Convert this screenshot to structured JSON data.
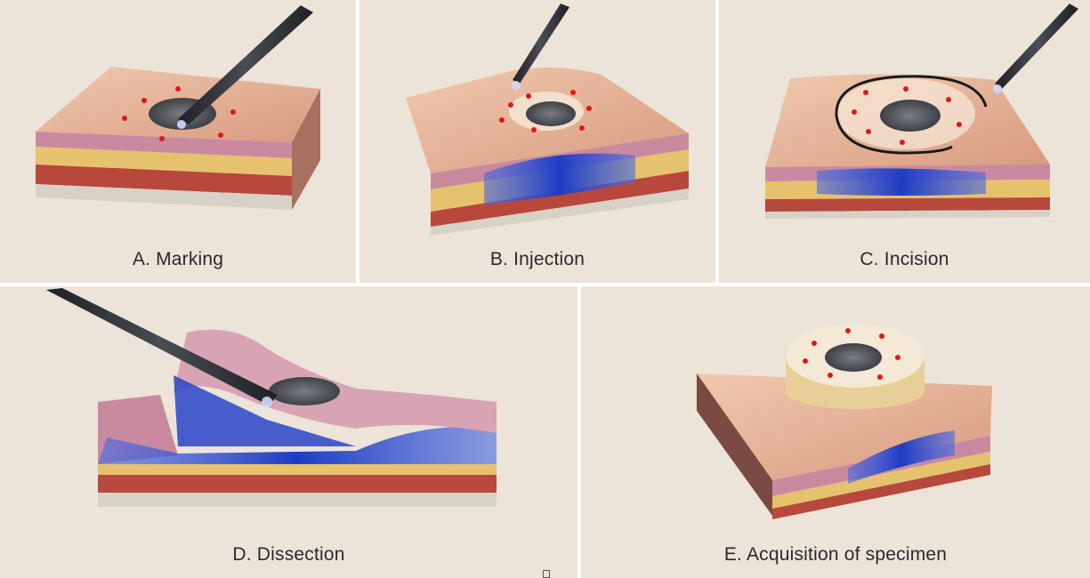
{
  "panels": {
    "a": {
      "caption": "A. Marking"
    },
    "b": {
      "caption": "B. Injection"
    },
    "c": {
      "caption": "C. Incision"
    },
    "d": {
      "caption": "D. Dissection"
    },
    "e": {
      "caption": "E. Acquisition of specimen"
    }
  },
  "colors": {
    "panel_bg": "#ece4d8",
    "mucosa": "#e8b89a",
    "submucosa_blue": "#2a46c8",
    "fat_layer": "#e6c26e",
    "muscle_layer": "#b8483c",
    "lesion": "#5a5d63",
    "marking_dot": "#e01818",
    "instrument": "#2a2c30"
  },
  "icons": {
    "instrument": "endoscope-icon",
    "lesion": "tumor-lesion-icon"
  }
}
